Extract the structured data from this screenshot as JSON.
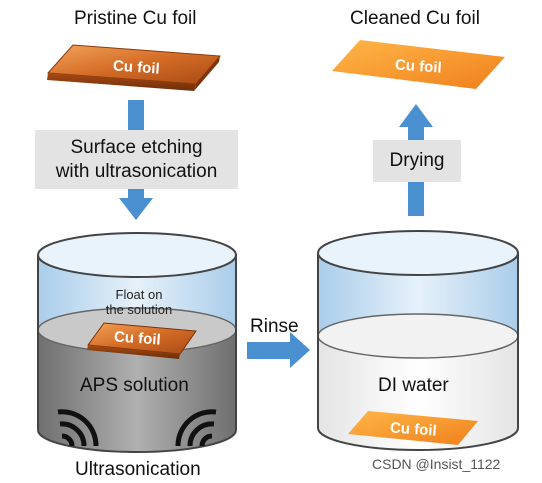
{
  "left": {
    "title": "Pristine Cu foil",
    "foil_label": "Cu foil",
    "step_line1": "Surface etching",
    "step_line2": "with ultrasonication",
    "float_line1": "Float on",
    "float_line2": "the solution",
    "foil_in_solution_label": "Cu foil",
    "solution_label": "APS solution",
    "bottom_label": "Ultrasonication"
  },
  "middle": {
    "rinse_label": "Rinse"
  },
  "right": {
    "title": "Cleaned Cu foil",
    "foil_label": "Cu foil",
    "step_label": "Drying",
    "water_label": "DI water",
    "foil_in_water_label": "Cu foil"
  },
  "watermark": "CSDN @Insist_1122",
  "colors": {
    "copper": "#c8621e",
    "orange_foil": "#f0922a",
    "arrow_blue": "#4a90d0",
    "aps_gray": "#8c8c8c",
    "glass_blue": "#cfe4f4"
  }
}
